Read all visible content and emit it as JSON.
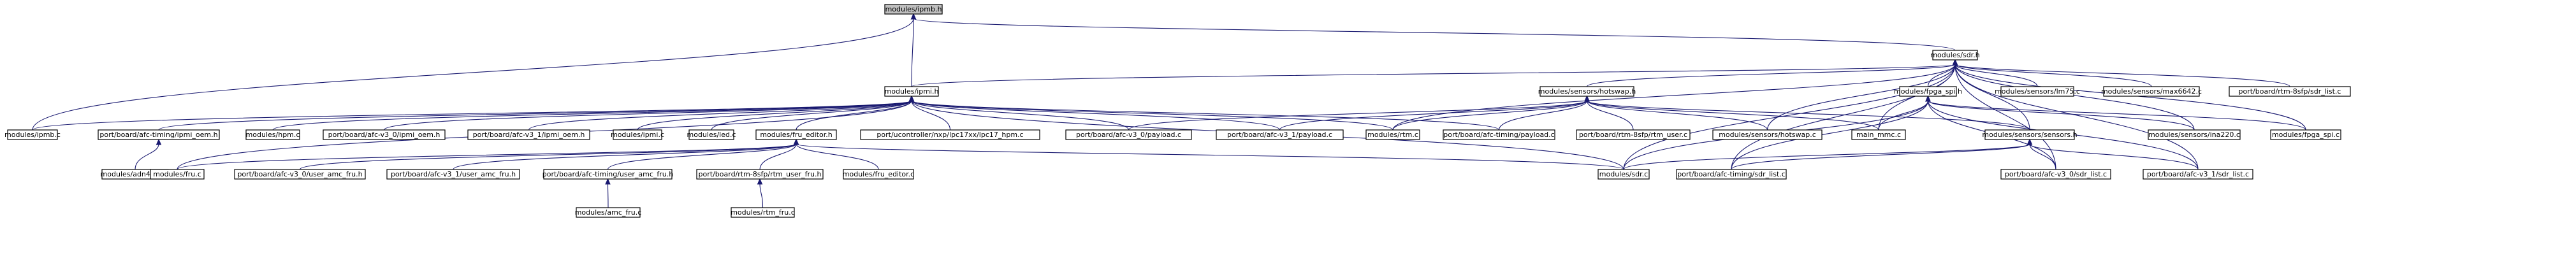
{
  "graph": {
    "nodes": [
      {
        "id": "n0",
        "label": "modules/ipmb.h",
        "root": true
      },
      {
        "id": "n1",
        "label": "modules/sdr.h"
      },
      {
        "id": "n2",
        "label": "modules/ipmi.h"
      },
      {
        "id": "n3",
        "label": "modules/ipmb.c"
      },
      {
        "id": "n4",
        "label": "modules/sensors/hotswap.h"
      },
      {
        "id": "n5",
        "label": "modules/fpga_spi.h"
      },
      {
        "id": "n6",
        "label": "modules/sensors/lm75.c"
      },
      {
        "id": "n7",
        "label": "modules/sensors/max6642.c"
      },
      {
        "id": "n8",
        "label": "port/board/rtm-8sfp/sdr_list.c"
      },
      {
        "id": "n9",
        "label": "port/board/afc-timing/ipmi_oem.h"
      },
      {
        "id": "n10",
        "label": "modules/hpm.c"
      },
      {
        "id": "n11",
        "label": "port/board/afc-v3_0/ipmi_oem.h"
      },
      {
        "id": "n12",
        "label": "port/board/afc-v3_1/ipmi_oem.h"
      },
      {
        "id": "n13",
        "label": "modules/ipmi.c"
      },
      {
        "id": "n14",
        "label": "modules/led.c"
      },
      {
        "id": "n15",
        "label": "modules/fru_editor.h"
      },
      {
        "id": "n16",
        "label": "port/ucontroller/nxp/lpc17xx/lpc17_hpm.c"
      },
      {
        "id": "n17",
        "label": "port/board/afc-v3_0/payload.c"
      },
      {
        "id": "n18",
        "label": "port/board/afc-v3_1/payload.c"
      },
      {
        "id": "n19",
        "label": "modules/rtm.c"
      },
      {
        "id": "n20",
        "label": "port/board/afc-timing/payload.c"
      },
      {
        "id": "n21",
        "label": "port/board/rtm-8sfp/rtm_user.c"
      },
      {
        "id": "n22",
        "label": "modules/sensors/hotswap.c"
      },
      {
        "id": "n23",
        "label": "main_mmc.c"
      },
      {
        "id": "n24",
        "label": "modules/sensors/ina220.c"
      },
      {
        "id": "n25",
        "label": "modules/fpga_spi.c"
      },
      {
        "id": "n26",
        "label": "modules/sensors/sensors.h"
      },
      {
        "id": "n27",
        "label": "modules/adn4604.c"
      },
      {
        "id": "n28",
        "label": "modules/fru.c"
      },
      {
        "id": "n29",
        "label": "port/board/afc-v3_0/user_amc_fru.h"
      },
      {
        "id": "n30",
        "label": "port/board/afc-v3_1/user_amc_fru.h"
      },
      {
        "id": "n31",
        "label": "port/board/afc-timing/user_amc_fru.h"
      },
      {
        "id": "n32",
        "label": "port/board/rtm-8sfp/rtm_user_fru.h"
      },
      {
        "id": "n33",
        "label": "modules/fru_editor.c"
      },
      {
        "id": "n34",
        "label": "modules/sdr.c"
      },
      {
        "id": "n35",
        "label": "port/board/afc-timing/sdr_list.c"
      },
      {
        "id": "n36",
        "label": "port/board/afc-v3_0/sdr_list.c"
      },
      {
        "id": "n37",
        "label": "port/board/afc-v3_1/sdr_list.c"
      },
      {
        "id": "n38",
        "label": "modules/amc_fru.c"
      },
      {
        "id": "n39",
        "label": "modules/rtm_fru.c"
      }
    ],
    "edges": [
      [
        "n1",
        "n0"
      ],
      [
        "n2",
        "n0"
      ],
      [
        "n3",
        "n0"
      ],
      [
        "n2",
        "n1"
      ],
      [
        "n4",
        "n1"
      ],
      [
        "n5",
        "n1"
      ],
      [
        "n6",
        "n1"
      ],
      [
        "n7",
        "n1"
      ],
      [
        "n8",
        "n1"
      ],
      [
        "n24",
        "n1"
      ],
      [
        "n25",
        "n1"
      ],
      [
        "n34",
        "n1"
      ],
      [
        "n35",
        "n1"
      ],
      [
        "n36",
        "n1"
      ],
      [
        "n37",
        "n1"
      ],
      [
        "n23",
        "n1"
      ],
      [
        "n19",
        "n1"
      ],
      [
        "n22",
        "n1"
      ],
      [
        "n26",
        "n1"
      ],
      [
        "n3",
        "n2"
      ],
      [
        "n9",
        "n2"
      ],
      [
        "n10",
        "n2"
      ],
      [
        "n11",
        "n2"
      ],
      [
        "n12",
        "n2"
      ],
      [
        "n13",
        "n2"
      ],
      [
        "n14",
        "n2"
      ],
      [
        "n15",
        "n2"
      ],
      [
        "n16",
        "n2"
      ],
      [
        "n17",
        "n2"
      ],
      [
        "n18",
        "n2"
      ],
      [
        "n19",
        "n2"
      ],
      [
        "n20",
        "n2"
      ],
      [
        "n28",
        "n2"
      ],
      [
        "n34",
        "n2"
      ],
      [
        "n17",
        "n4"
      ],
      [
        "n18",
        "n4"
      ],
      [
        "n19",
        "n4"
      ],
      [
        "n20",
        "n4"
      ],
      [
        "n21",
        "n4"
      ],
      [
        "n22",
        "n4"
      ],
      [
        "n23",
        "n4"
      ],
      [
        "n26",
        "n4"
      ],
      [
        "n23",
        "n5"
      ],
      [
        "n34",
        "n5"
      ],
      [
        "n35",
        "n5"
      ],
      [
        "n36",
        "n5"
      ],
      [
        "n37",
        "n5"
      ],
      [
        "n24",
        "n5"
      ],
      [
        "n25",
        "n5"
      ],
      [
        "n27",
        "n9"
      ],
      [
        "n28",
        "n15"
      ],
      [
        "n29",
        "n15"
      ],
      [
        "n30",
        "n15"
      ],
      [
        "n31",
        "n15"
      ],
      [
        "n32",
        "n15"
      ],
      [
        "n33",
        "n15"
      ],
      [
        "n34",
        "n15"
      ],
      [
        "n34",
        "n26"
      ],
      [
        "n35",
        "n26"
      ],
      [
        "n36",
        "n26"
      ],
      [
        "n37",
        "n26"
      ],
      [
        "n38",
        "n31"
      ],
      [
        "n39",
        "n32"
      ]
    ]
  }
}
